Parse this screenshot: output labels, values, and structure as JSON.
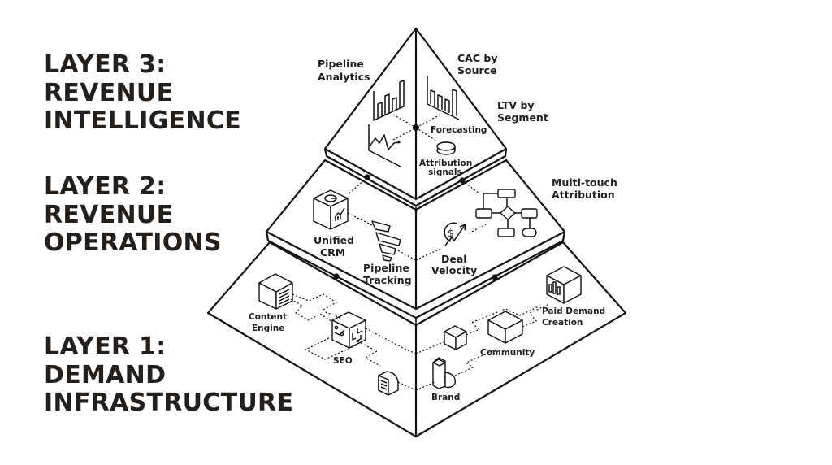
{
  "headings": {
    "layer3": [
      "LAYER 3:",
      "REVENUE",
      "INTELLIGENCE"
    ],
    "layer2": [
      "LAYER 2:",
      "REVENUE",
      "OPERATIONS"
    ],
    "layer1": [
      "LAYER 1:",
      "DEMAND",
      "INFRASTRUCTURE"
    ]
  },
  "pyramid": {
    "layer3": {
      "labels": {
        "pipeline_analytics": [
          "Pipeline",
          "Analytics"
        ],
        "cac_by_source": [
          "CAC by",
          "Source"
        ],
        "ltv_by_segment": [
          "LTV by",
          "Segment"
        ],
        "forecasting": "Forecasting",
        "attribution_signals": [
          "Attribution",
          "signals"
        ]
      },
      "icons": [
        "bar-chart-icon",
        "bar-chart-icon",
        "line-chart-icon",
        "database-disk-icon"
      ]
    },
    "layer2": {
      "labels": {
        "unified_crm": [
          "Unified",
          "CRM"
        ],
        "pipeline_tracking": [
          "Pipeline",
          "Tracking"
        ],
        "deal_velocity": [
          "Deal",
          "Velocity"
        ],
        "multi_touch_attribution": [
          "Multi-touch",
          "Attribution"
        ]
      },
      "icons": [
        "crm-cube-icon",
        "funnel-icon",
        "dollar-growth-icon",
        "flowchart-icon"
      ]
    },
    "layer1": {
      "labels": {
        "content_engine": [
          "Content",
          "Engine"
        ],
        "seo": "SEO",
        "paid_demand_creation": [
          "Paid Demand",
          "Creation"
        ],
        "community": "Community",
        "brand": "Brand"
      },
      "icons": [
        "content-cube-icon",
        "seo-circuit-cube-icon",
        "document-icon",
        "small-cube-icon",
        "community-cube-icon",
        "brand-block-icon",
        "paid-chart-cube-icon"
      ]
    }
  }
}
